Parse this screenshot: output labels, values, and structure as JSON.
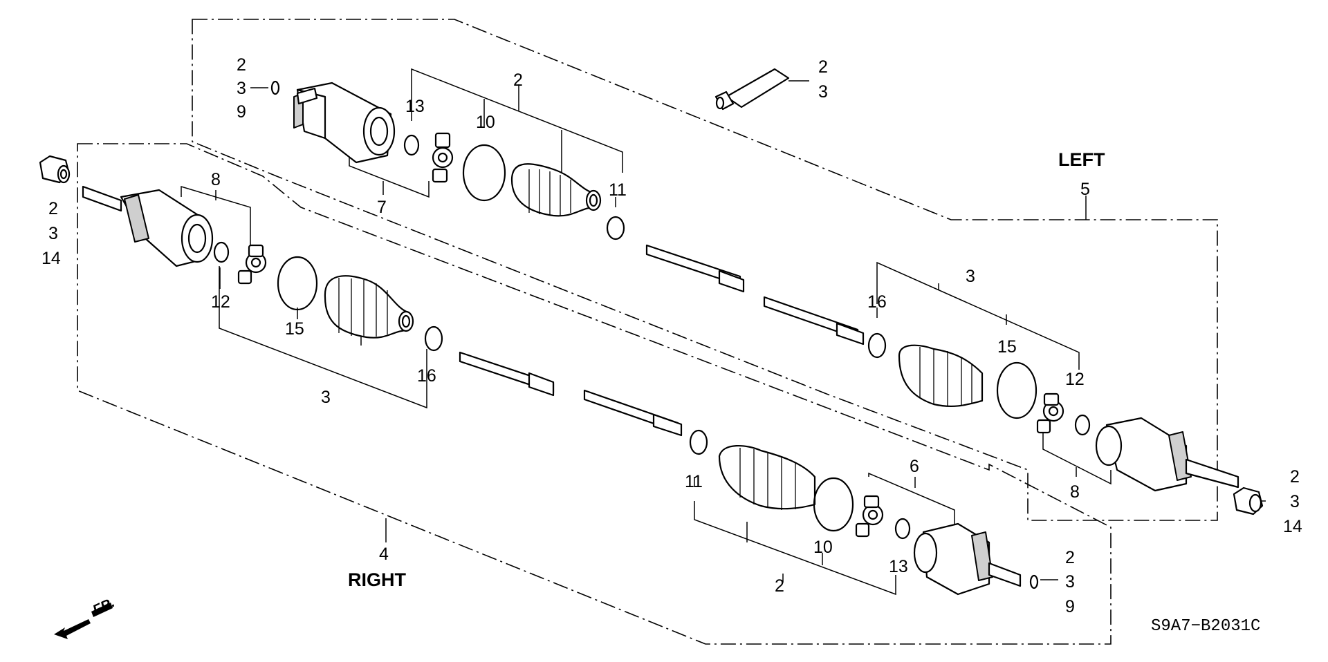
{
  "diagram": {
    "headings": {
      "left": "LEFT",
      "right": "RIGHT"
    },
    "direction_label": "FR.",
    "drawing_code": "S9A7−B2031C",
    "callouts": {
      "top_grease": [
        "2",
        "3"
      ],
      "top_clip": [
        "2",
        "3",
        "9"
      ],
      "top_outer_assy": "7",
      "top_set_13": "13",
      "top_set_10": "10",
      "top_boot_kit": "2",
      "top_set_11": "11",
      "nut_left_top": [
        "2",
        "3",
        "14"
      ],
      "right_outer_8": "8",
      "right_12": "12",
      "right_15": "15",
      "right_16": "16",
      "right_boot_kit": "3",
      "right_drive": "4",
      "left_drive": "5",
      "left_boot_kit": "3",
      "left_16": "16",
      "left_15": "15",
      "left_12": "12",
      "left_8": "8",
      "nut_right": [
        "2",
        "3",
        "14"
      ],
      "lower_6": "6",
      "lower_11": "11",
      "lower_10": "10",
      "lower_13": "13",
      "lower_boot_kit": "2",
      "lower_clip": [
        "2",
        "3",
        "9"
      ]
    }
  }
}
